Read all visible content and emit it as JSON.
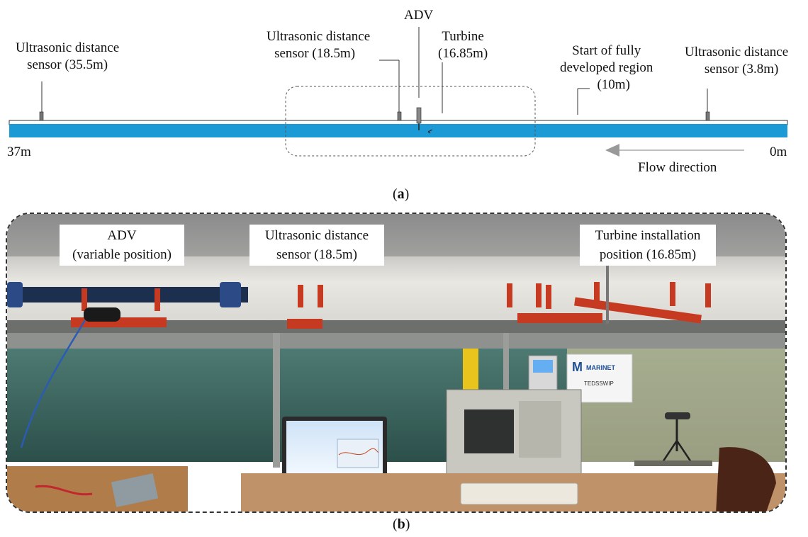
{
  "panel_a": {
    "labels": {
      "ultrasonic_35_5": [
        "Ultrasonic distance",
        "sensor (35.5m)"
      ],
      "ultrasonic_18_5": [
        "Ultrasonic distance",
        "sensor (18.5m)"
      ],
      "adv": "ADV",
      "turbine": [
        "Turbine",
        "(16.85m)"
      ],
      "fully_developed": [
        "Start of fully",
        "developed region",
        "(10m)"
      ],
      "ultrasonic_3_8": [
        "Ultrasonic distance",
        "sensor (3.8m)"
      ],
      "start_distance": "37m",
      "end_distance": "0m",
      "flow_direction": "Flow direction"
    },
    "caption_letter": "a",
    "colors": {
      "channel": "#1b9ad6",
      "outline": "#333333",
      "flow_arrow": "#aaaaaa"
    }
  },
  "panel_b": {
    "callouts": {
      "adv": [
        "ADV",
        "(variable position)"
      ],
      "ultrasonic": [
        "Ultrasonic distance",
        "sensor (18.5m)"
      ],
      "turbine": [
        "Turbine installation",
        "position (16.85m)"
      ]
    },
    "signage": {
      "brand": "MARINET",
      "subtitle": "TEDSSWIP"
    },
    "caption_letter": "b"
  }
}
